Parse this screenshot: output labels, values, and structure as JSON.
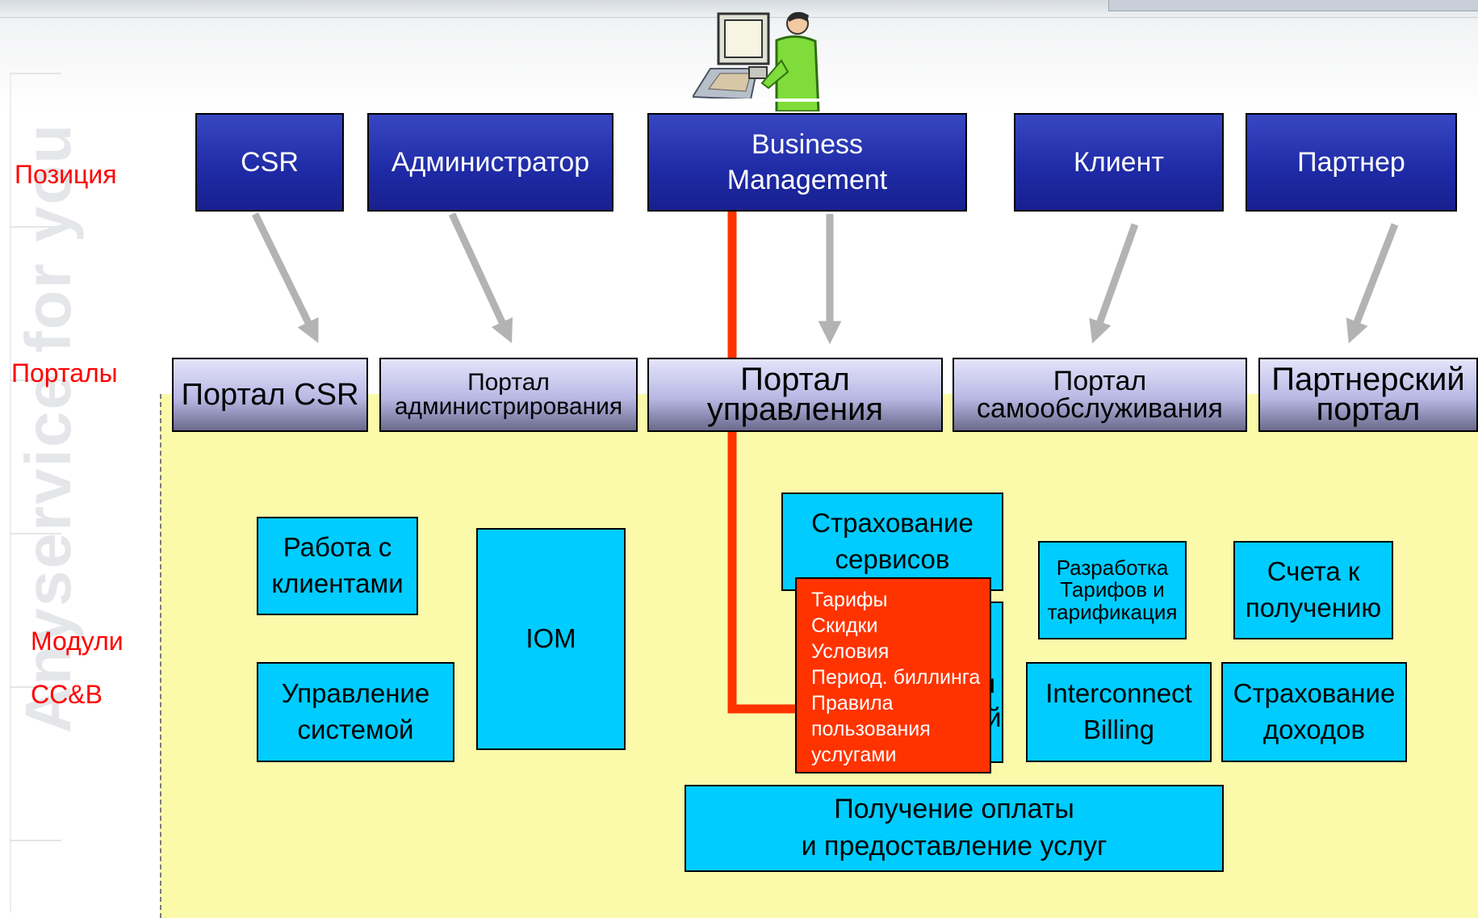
{
  "rows": {
    "positions": "Позиция",
    "portals": "Порталы",
    "modules_line1": "Модули",
    "modules_line2": "CC&B"
  },
  "roles": {
    "csr": "CSR",
    "admin": "Администратор",
    "business": "Business\nManagement",
    "client": "Клиент",
    "partner": "Партнер"
  },
  "portals": {
    "csr": "Портал CSR",
    "admin": "Портал\nадминистрирования",
    "management": "Портал\nуправления",
    "selfservice": "Портал\nсамообслуживания",
    "partner": "Партнерский\nпортал"
  },
  "modules": {
    "customer_work": "Работа с\nклиентами",
    "system_mgmt": "Управление\nсистемой",
    "iom": "IOM",
    "service_insurance": "Страхование\nсервисов",
    "tariff_dev": "Разработка\nТарифов и\nтарификация",
    "receivables": "Счета к\nполучению",
    "interconnect": "Interconnect\nBilling",
    "revenue_insurance": "Страхование\nдоходов",
    "payment": "Получение оплаты\nи предоставление услуг",
    "hidden_partial_1": "и",
    "hidden_partial_2": "й"
  },
  "popup": {
    "items": "Тарифы\nСкидки\nУсловия\nПериод. биллинга\nПравила\nпользования\nуслугами"
  },
  "watermark": "Anyservice for you",
  "colors": {
    "role_blue": "#1e2aa5",
    "module_cyan": "#00ccff",
    "highlight_red": "#ff3300",
    "area_yellow": "#fafaaa",
    "label_red": "#ff0000"
  }
}
